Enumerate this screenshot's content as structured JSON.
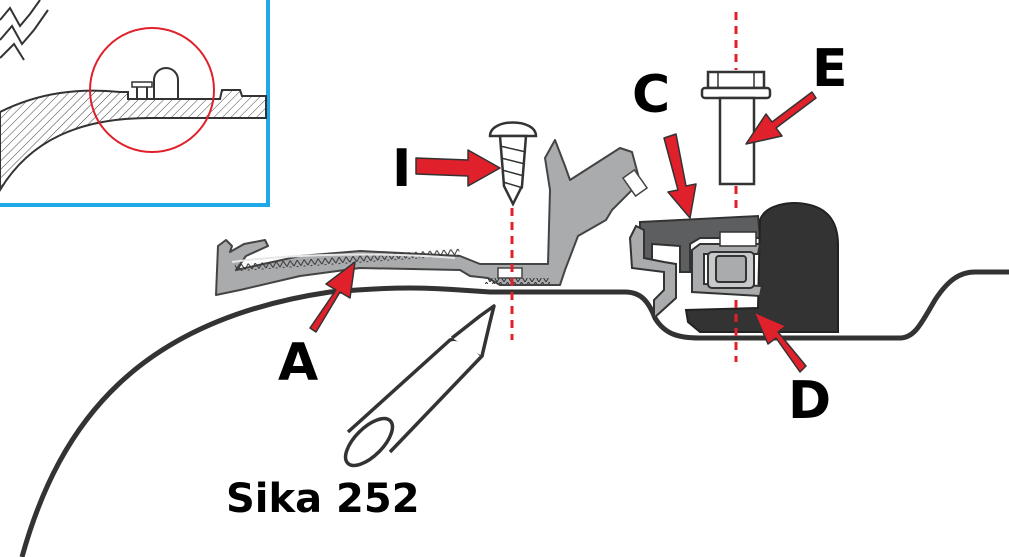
{
  "callouts": {
    "a": "A",
    "c": "C",
    "d": "D",
    "e": "E",
    "i": "I"
  },
  "sealant_label": "Sika 252",
  "colors": {
    "arrow": "#e0202a",
    "inset_frame": "#1fa8e8",
    "inset_circle": "#e0202a",
    "guide_line": "#e0202a",
    "profile": "#a9abad",
    "clamp_dark": "#5c5e60",
    "seal_black": "#333333",
    "outline": "#333333"
  },
  "icons": {
    "screw": "self-tapping-screw-icon",
    "bolt": "hex-bolt-icon",
    "sealant": "sealant-tube-icon"
  }
}
